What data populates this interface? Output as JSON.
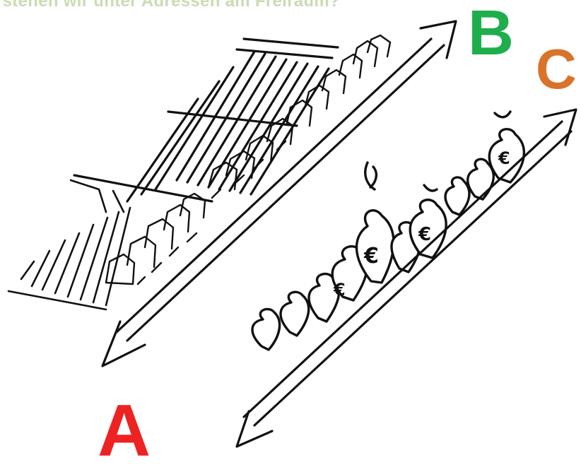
{
  "heading": {
    "text": "rstehen wir unter Adressen am Freiraum?",
    "color": "#c9dcb4"
  },
  "labels": {
    "a": {
      "text": "A",
      "color": "#ee2222"
    },
    "b": {
      "text": "B",
      "color": "#1fae4c"
    },
    "c": {
      "text": "C",
      "color": "#d9732a"
    }
  },
  "illustration": {
    "ink_color": "#111111",
    "upper_axis": "street-of-houses",
    "lower_axis": "row-of-money-bags",
    "bag_symbol": "€"
  }
}
